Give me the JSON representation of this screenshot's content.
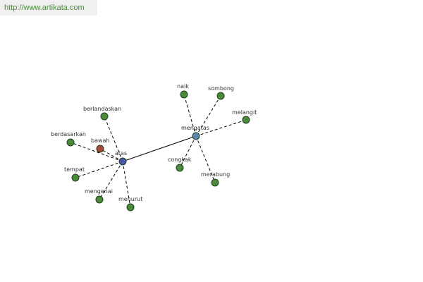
{
  "banner": {
    "url_text": "http://www.artikata.com"
  },
  "colors": {
    "leaf_fill": "#4a8a3a",
    "leaf_stroke": "#1f3f1a",
    "atas_fill": "#4a5aa8",
    "mengatas_fill": "#5a8ab0",
    "bawah_fill": "#a84a3a",
    "edge": "#000000"
  },
  "graph": {
    "nodes": [
      {
        "id": "atas",
        "label": "atas",
        "kind": "atas"
      },
      {
        "id": "mengatas",
        "label": "mengatas",
        "kind": "mengatas"
      },
      {
        "id": "bawah",
        "label": "bawah",
        "kind": "bawah"
      },
      {
        "id": "berlandaskan",
        "label": "berlandaskan",
        "kind": "leaf"
      },
      {
        "id": "berdasarkan",
        "label": "berdasarkan",
        "kind": "leaf"
      },
      {
        "id": "tempat",
        "label": "tempat",
        "kind": "leaf"
      },
      {
        "id": "mengenai",
        "label": "mengenai",
        "kind": "leaf"
      },
      {
        "id": "menurut",
        "label": "menurut",
        "kind": "leaf"
      },
      {
        "id": "naik",
        "label": "naik",
        "kind": "leaf"
      },
      {
        "id": "sombong",
        "label": "sombong",
        "kind": "leaf"
      },
      {
        "id": "melangit",
        "label": "melangit",
        "kind": "leaf"
      },
      {
        "id": "congkak",
        "label": "congkak",
        "kind": "leaf"
      },
      {
        "id": "merabung",
        "label": "merabung",
        "kind": "leaf"
      }
    ],
    "edges": [
      {
        "from": "atas",
        "to": "mengatas",
        "style": "solid"
      },
      {
        "from": "atas",
        "to": "bawah",
        "style": "dashed"
      },
      {
        "from": "atas",
        "to": "berlandaskan",
        "style": "dashed"
      },
      {
        "from": "atas",
        "to": "berdasarkan",
        "style": "dashed"
      },
      {
        "from": "atas",
        "to": "tempat",
        "style": "dashed"
      },
      {
        "from": "atas",
        "to": "mengenai",
        "style": "dashed"
      },
      {
        "from": "atas",
        "to": "menurut",
        "style": "dashed"
      },
      {
        "from": "mengatas",
        "to": "naik",
        "style": "dashed"
      },
      {
        "from": "mengatas",
        "to": "sombong",
        "style": "dashed"
      },
      {
        "from": "mengatas",
        "to": "melangit",
        "style": "dashed"
      },
      {
        "from": "mengatas",
        "to": "congkak",
        "style": "dashed"
      },
      {
        "from": "mengatas",
        "to": "merabung",
        "style": "dashed"
      }
    ]
  }
}
